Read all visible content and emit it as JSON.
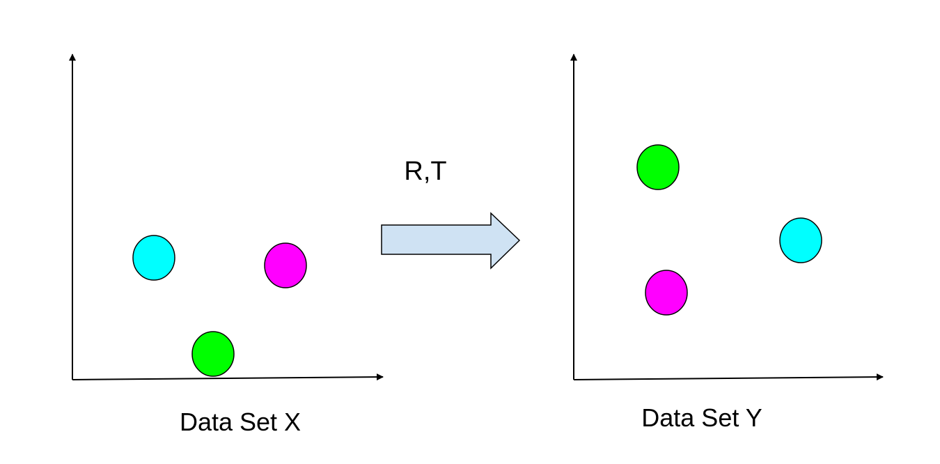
{
  "transform_label": "R,T",
  "panels": [
    {
      "name": "panel-x",
      "label": "Data Set X",
      "points": [
        {
          "name": "cyan-point",
          "color": "#00FFFF"
        },
        {
          "name": "magenta-point",
          "color": "#FF00FF"
        },
        {
          "name": "green-point",
          "color": "#00FF00"
        }
      ]
    },
    {
      "name": "panel-y",
      "label": "Data Set Y",
      "points": [
        {
          "name": "green-point",
          "color": "#00FF00"
        },
        {
          "name": "cyan-point",
          "color": "#00FFFF"
        },
        {
          "name": "magenta-point",
          "color": "#FF00FF"
        }
      ]
    }
  ],
  "colors": {
    "arrow_fill": "#CFE2F3",
    "outline": "#000000"
  }
}
